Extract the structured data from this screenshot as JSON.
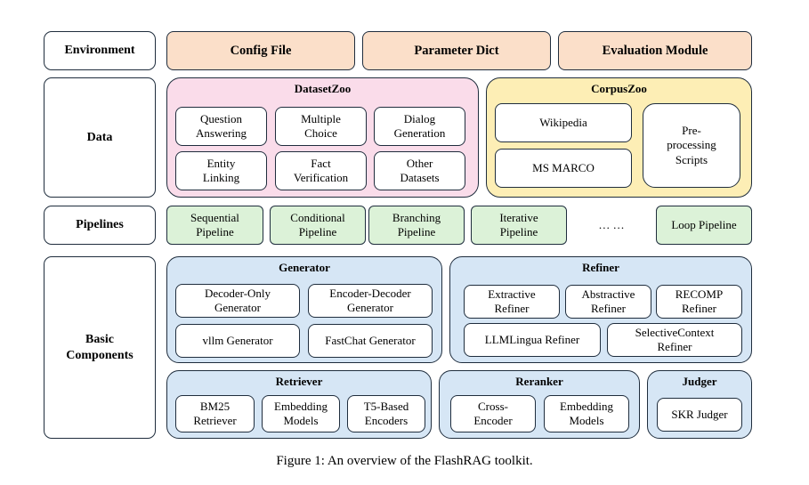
{
  "rows": {
    "environment": "Environment",
    "data": "Data",
    "pipelines": "Pipelines",
    "basic_components": "Basic\nComponents"
  },
  "environment": {
    "config_file": "Config File",
    "parameter_dict": "Parameter Dict",
    "evaluation_module": "Evaluation Module"
  },
  "dataset_zoo": {
    "title": "DatasetZoo",
    "items": [
      "Question\nAnswering",
      "Multiple\nChoice",
      "Dialog\nGeneration",
      "Entity\nLinking",
      "Fact\nVerification",
      "Other\nDatasets"
    ]
  },
  "corpus_zoo": {
    "title": "CorpusZoo",
    "items": [
      "Wikipedia",
      "MS MARCO",
      "Pre-\nprocessing\nScripts"
    ]
  },
  "pipelines": {
    "items": [
      "Sequential\nPipeline",
      "Conditional\nPipeline",
      "Branching\nPipeline",
      "Iterative\nPipeline",
      "Loop Pipeline"
    ],
    "ellipsis": "… …"
  },
  "generator": {
    "title": "Generator",
    "items": [
      "Decoder-Only\nGenerator",
      "Encoder-Decoder\nGenerator",
      "vllm Generator",
      "FastChat Generator"
    ]
  },
  "refiner": {
    "title": "Refiner",
    "items": [
      "Extractive\nRefiner",
      "Abstractive\nRefiner",
      "RECOMP\nRefiner",
      "LLMLingua Refiner",
      "SelectiveContext\nRefiner"
    ]
  },
  "retriever": {
    "title": "Retriever",
    "items": [
      "BM25\nRetriever",
      "Embedding\nModels",
      "T5-Based\nEncoders"
    ]
  },
  "reranker": {
    "title": "Reranker",
    "items": [
      "Cross-\nEncoder",
      "Embedding\nModels"
    ]
  },
  "judger": {
    "title": "Judger",
    "items": [
      "SKR Judger"
    ]
  },
  "caption": "Figure 1: An overview of the FlashRAG toolkit.",
  "colors": {
    "environment": "#fbdfc9",
    "dataset_zoo": "#fadcea",
    "corpus_zoo": "#fdeeb5",
    "pipelines": "#dcf2d8",
    "components": "#d6e6f5"
  }
}
